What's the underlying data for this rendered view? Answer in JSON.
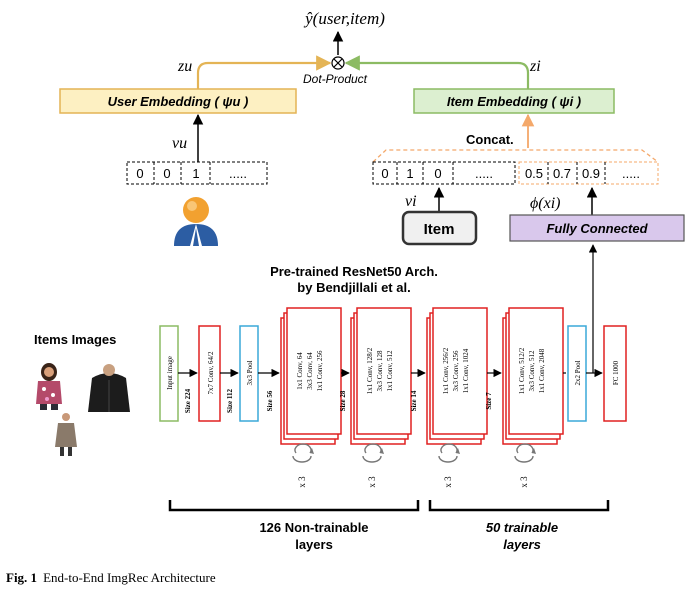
{
  "top": {
    "output_label": "ŷ(user,item)",
    "dot_product_label": "Dot-Product",
    "zu_label": "zu",
    "zi_label": "zi"
  },
  "user": {
    "embedding_label": "User Embedding  ( ψu )",
    "vu_label": "vu",
    "vector": [
      "0",
      "0",
      "1",
      "....."
    ]
  },
  "item": {
    "embedding_label": "Item Embedding  ( ψi )",
    "concat_label": "Concat.",
    "vector": [
      "0",
      "1",
      "0",
      "....."
    ],
    "features": [
      "0.5",
      "0.7",
      "0.9",
      "....."
    ],
    "vi_label": "vi",
    "item_label": "Item",
    "phi_label": "ϕ(xi)",
    "fully_connected_label": "Fully Connected"
  },
  "resnet": {
    "title_line1": "Pre-trained ResNet50 Arch.",
    "title_line2": "by Bendjillali et al.",
    "items_images_label": "Items Images",
    "input_label": "Input image",
    "conv7_label": "7x7 Conv, 64/2",
    "pool_label": "3x3 Pool",
    "avgpool_label": "2x2 Pool",
    "fc_label": "FC 1000",
    "size_labels": [
      "Size 224",
      "Size 112",
      "Size 56",
      "Size 28",
      "Size 14",
      "Size 7"
    ],
    "stages": [
      {
        "layers": [
          "1x1 Conv, 64",
          "3x3 Conv, 64",
          "1x1 Conv, 256"
        ],
        "repeat": "x 3"
      },
      {
        "layers": [
          "1x1 Conv, 128/2",
          "3x3 Conv, 128",
          "1x1 Conv, 512"
        ],
        "repeat": "x 3"
      },
      {
        "layers": [
          "1x1 Conv, 256/2",
          "3x3 Conv, 256",
          "1x1 Conv, 1024"
        ],
        "repeat": "x 3"
      },
      {
        "layers": [
          "1x1 Conv, 512/2",
          "3x3 Conv, 512",
          "1x1 Conv, 2048"
        ],
        "repeat": "x 3"
      }
    ],
    "non_trainable_line1": "126 Non-trainable",
    "non_trainable_line2": "layers",
    "trainable_line1": "50 trainable",
    "trainable_line2": "layers"
  },
  "caption": {
    "label": "Fig. 1",
    "text": "End-to-End ImgRec Architecture"
  }
}
